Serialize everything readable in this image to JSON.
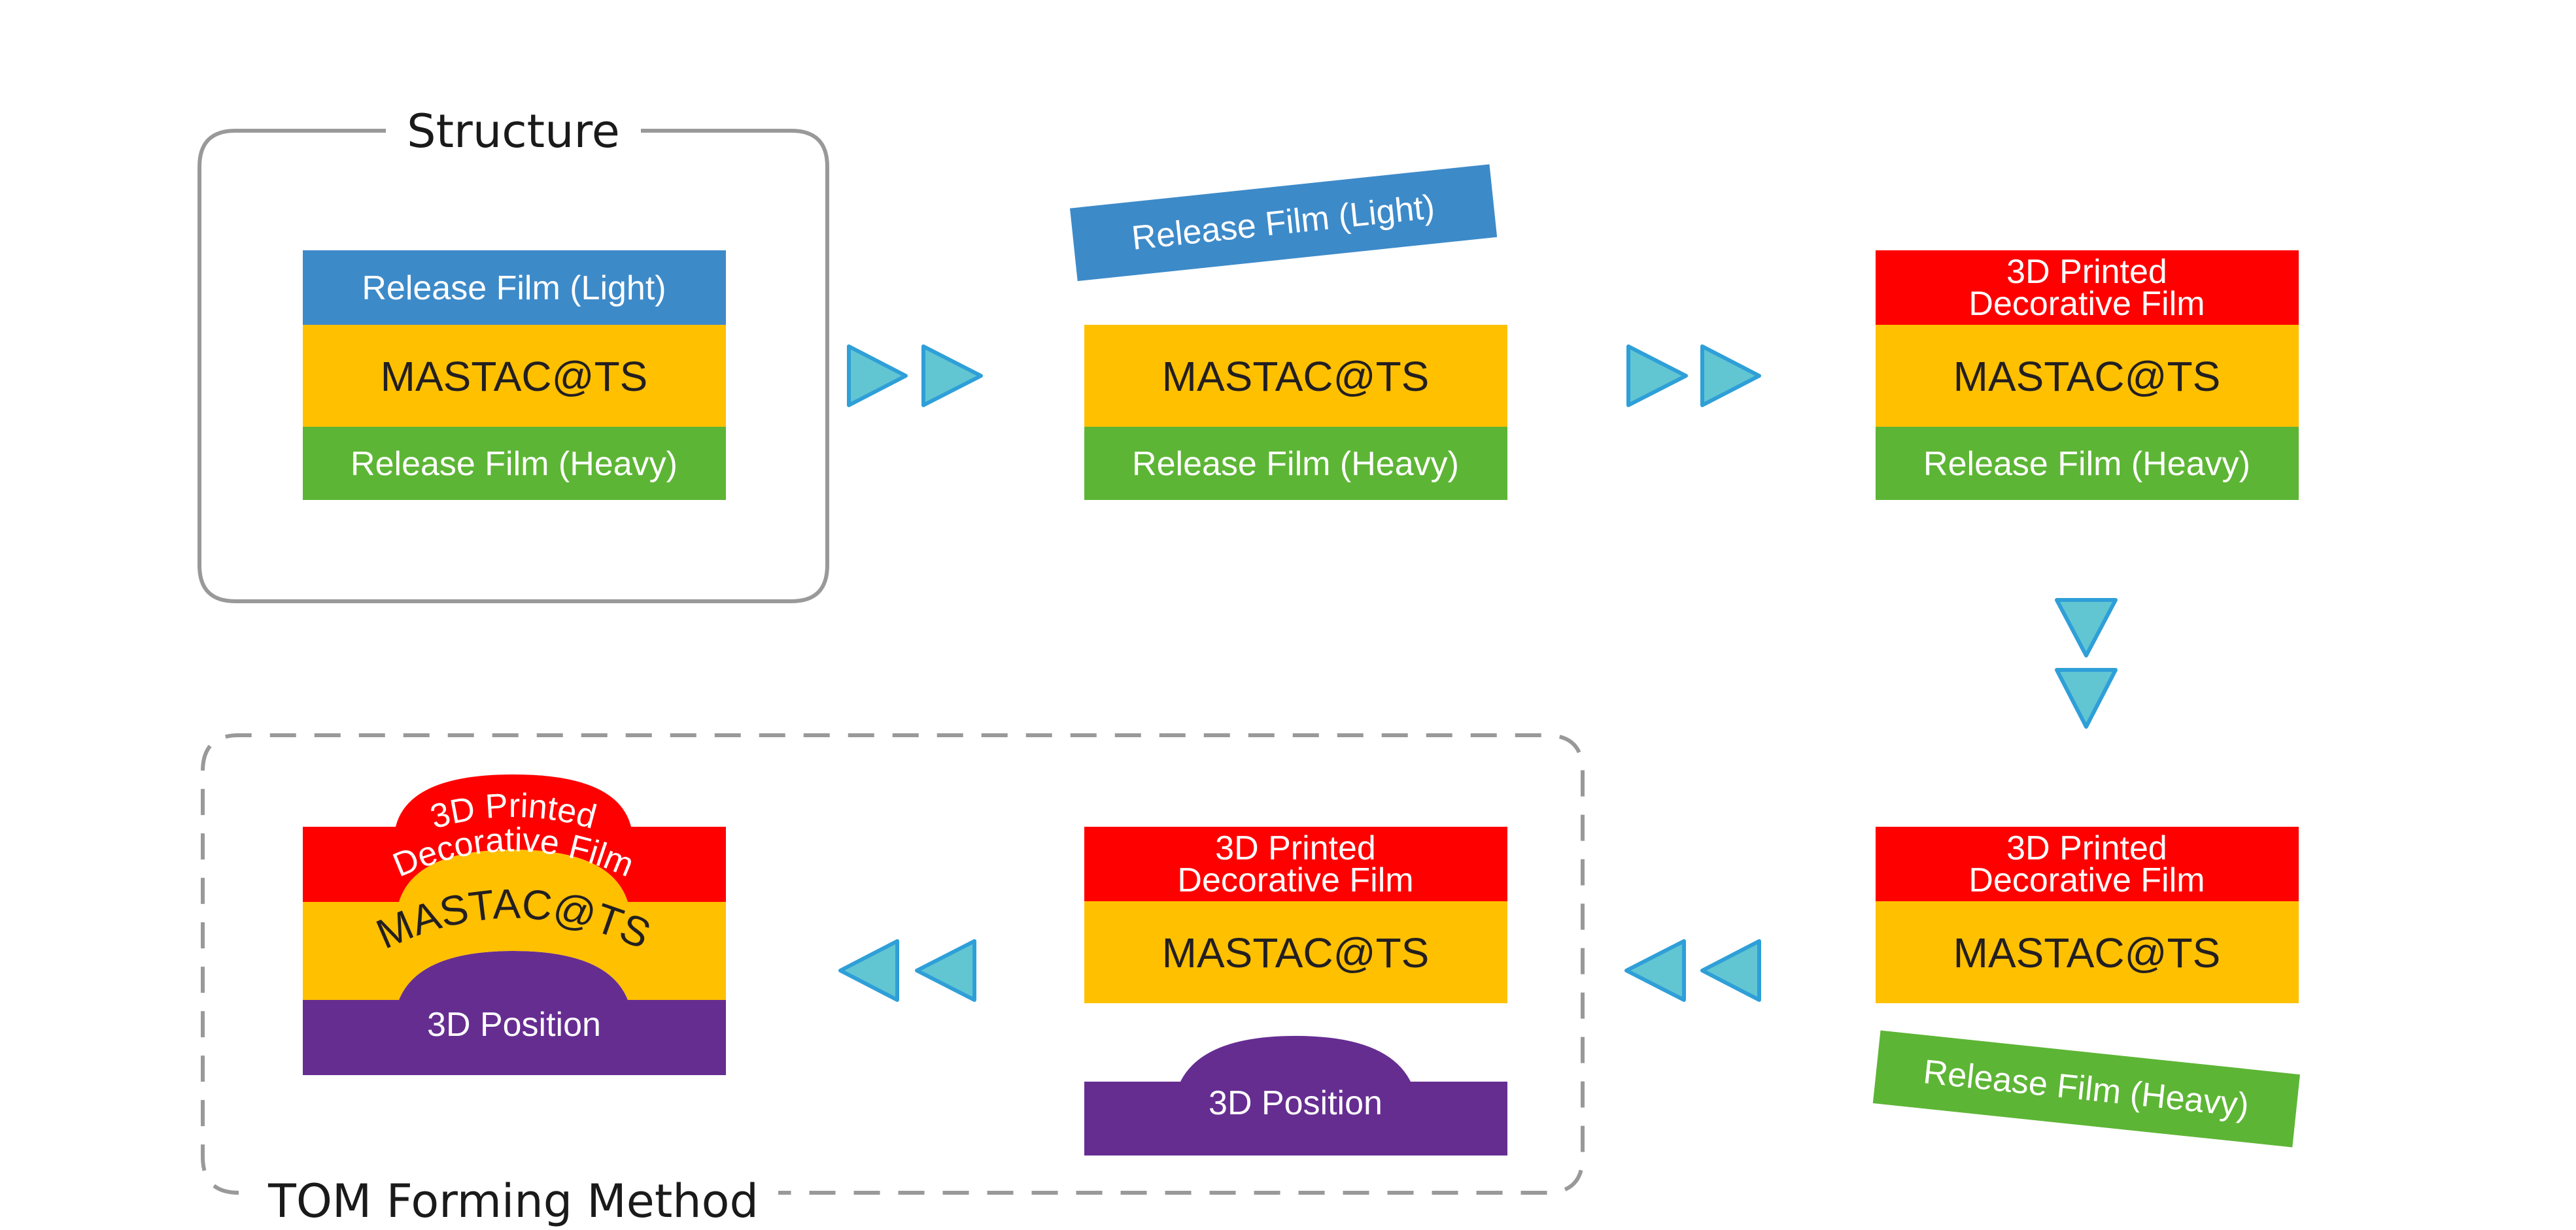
{
  "colors": {
    "release_light": "#3d8ac9",
    "mastac": "#ffc000",
    "release_heavy": "#5db535",
    "printed_film": "#ff0000",
    "position": "#662d91",
    "arrow_fill": "#62c6d2",
    "arrow_stroke": "#2f9fd8",
    "frame": "#999999"
  },
  "labels": {
    "structure": "Structure",
    "tom_method": "TOM Forming Method",
    "release_light": "Release Film (Light)",
    "mastac": "MASTAC@TS",
    "release_heavy": "Release Film (Heavy)",
    "printed_line1": "3D Printed",
    "printed_line2": "Decorative Film",
    "position": "3D Position"
  },
  "icons": [
    "double-triangle-arrow-right",
    "double-triangle-arrow-down",
    "double-triangle-arrow-left"
  ]
}
